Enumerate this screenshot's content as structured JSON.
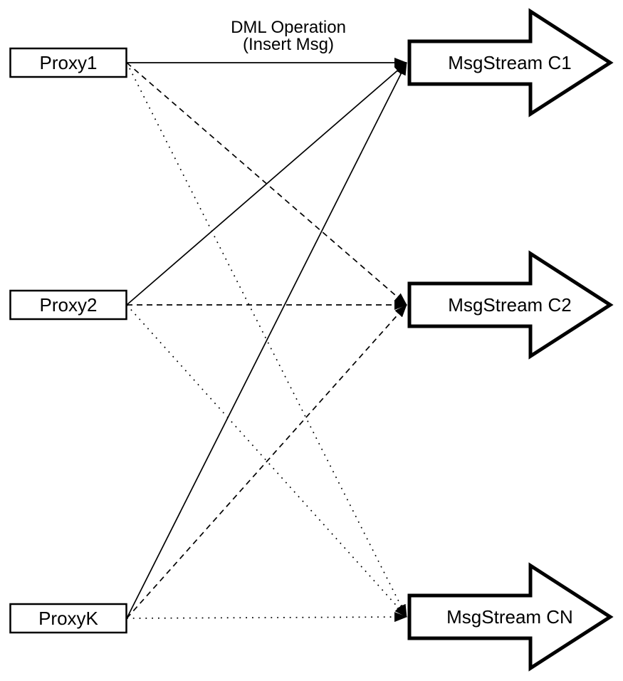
{
  "diagram": {
    "title_line1": "DML Operation",
    "title_line2": "(Insert Msg)",
    "proxies": [
      {
        "id": "proxy1",
        "label": "Proxy1"
      },
      {
        "id": "proxy2",
        "label": "Proxy2"
      },
      {
        "id": "proxyk",
        "label": "ProxyK"
      }
    ],
    "streams": [
      {
        "id": "c1",
        "label": "MsgStream C1"
      },
      {
        "id": "c2",
        "label": "MsgStream C2"
      },
      {
        "id": "cn",
        "label": "MsgStream CN"
      }
    ],
    "edges": [
      {
        "from": "proxy1",
        "to": "c1",
        "style": "solid"
      },
      {
        "from": "proxy2",
        "to": "c1",
        "style": "solid"
      },
      {
        "from": "proxyk",
        "to": "c1",
        "style": "solid"
      },
      {
        "from": "proxy1",
        "to": "c2",
        "style": "dashed"
      },
      {
        "from": "proxy2",
        "to": "c2",
        "style": "dashed"
      },
      {
        "from": "proxyk",
        "to": "c2",
        "style": "dashed"
      },
      {
        "from": "proxy1",
        "to": "cn",
        "style": "dotted"
      },
      {
        "from": "proxy2",
        "to": "cn",
        "style": "dotted"
      },
      {
        "from": "proxyk",
        "to": "cn",
        "style": "dotted"
      }
    ],
    "colors": {
      "stroke": "#000000",
      "fill": "#ffffff"
    }
  }
}
